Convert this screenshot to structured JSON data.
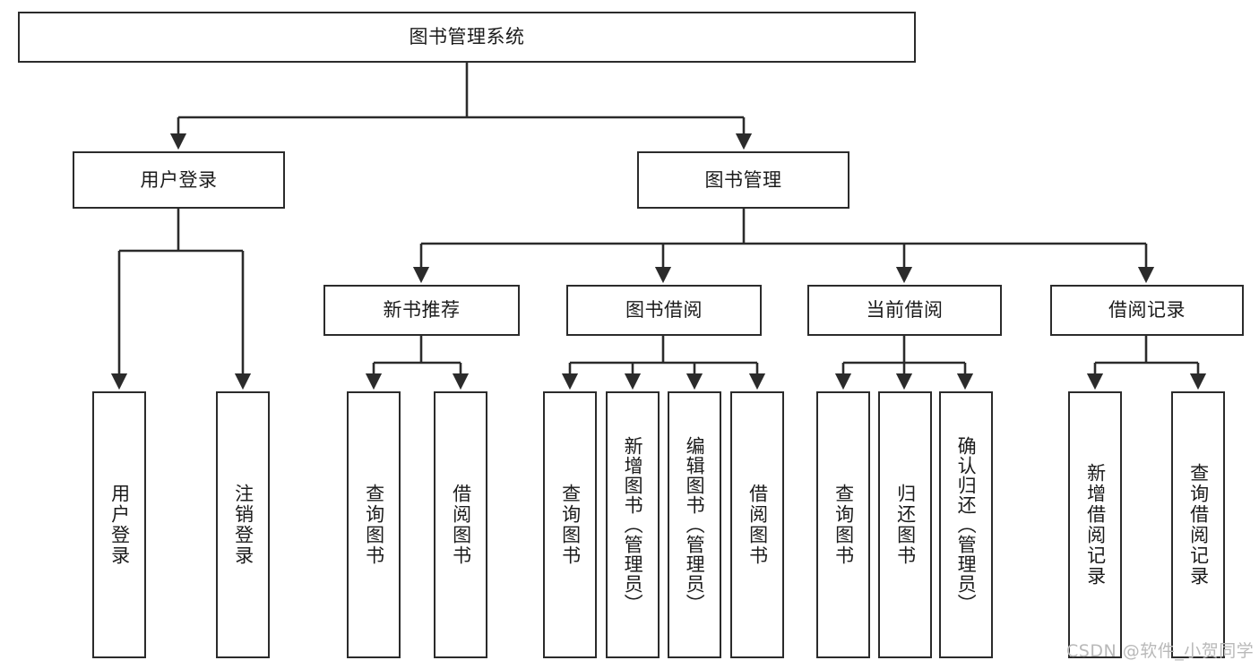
{
  "diagram": {
    "title": "图书管理系统",
    "type": "tree-hierarchy",
    "watermark": "CSDN @软件_小贺同学",
    "colors": {
      "box_border": "#2b2b2b",
      "box_fill": "#ffffff",
      "connector": "#2b2b2b",
      "text": "#1b1b1b",
      "watermark": "#b9b9b9",
      "background": "#ffffff"
    },
    "root": {
      "label": "图书管理系统"
    },
    "level2": [
      {
        "id": "user-login",
        "label": "用户登录"
      },
      {
        "id": "book-manage",
        "label": "图书管理"
      }
    ],
    "level3": [
      {
        "id": "new-book-rec",
        "label": "新书推荐",
        "parent": "book-manage"
      },
      {
        "id": "book-borrow",
        "label": "图书借阅",
        "parent": "book-manage"
      },
      {
        "id": "current-borrow",
        "label": "当前借阅",
        "parent": "book-manage"
      },
      {
        "id": "borrow-record",
        "label": "借阅记录",
        "parent": "book-manage"
      }
    ],
    "leaves": {
      "user-login": [
        {
          "id": "leaf-user-login",
          "label": "用户登录"
        },
        {
          "id": "leaf-user-logout",
          "label": "注销登录"
        }
      ],
      "new-book-rec": [
        {
          "id": "leaf-query-book-1",
          "label": "查询图书"
        },
        {
          "id": "leaf-borrow-book-1",
          "label": "借阅图书"
        }
      ],
      "book-borrow": [
        {
          "id": "leaf-query-book-2",
          "label": "查询图书"
        },
        {
          "id": "leaf-add-book",
          "label": "新增图书（管理员）"
        },
        {
          "id": "leaf-edit-book",
          "label": "编辑图书（管理员）"
        },
        {
          "id": "leaf-borrow-book-2",
          "label": "借阅图书"
        }
      ],
      "current-borrow": [
        {
          "id": "leaf-query-book-3",
          "label": "查询图书"
        },
        {
          "id": "leaf-return-book",
          "label": "归还图书"
        },
        {
          "id": "leaf-confirm-return",
          "label": "确认归还（管理员）"
        }
      ],
      "borrow-record": [
        {
          "id": "leaf-add-record",
          "label": "新增借阅记录"
        },
        {
          "id": "leaf-query-record",
          "label": "查询借阅记录"
        }
      ]
    }
  }
}
